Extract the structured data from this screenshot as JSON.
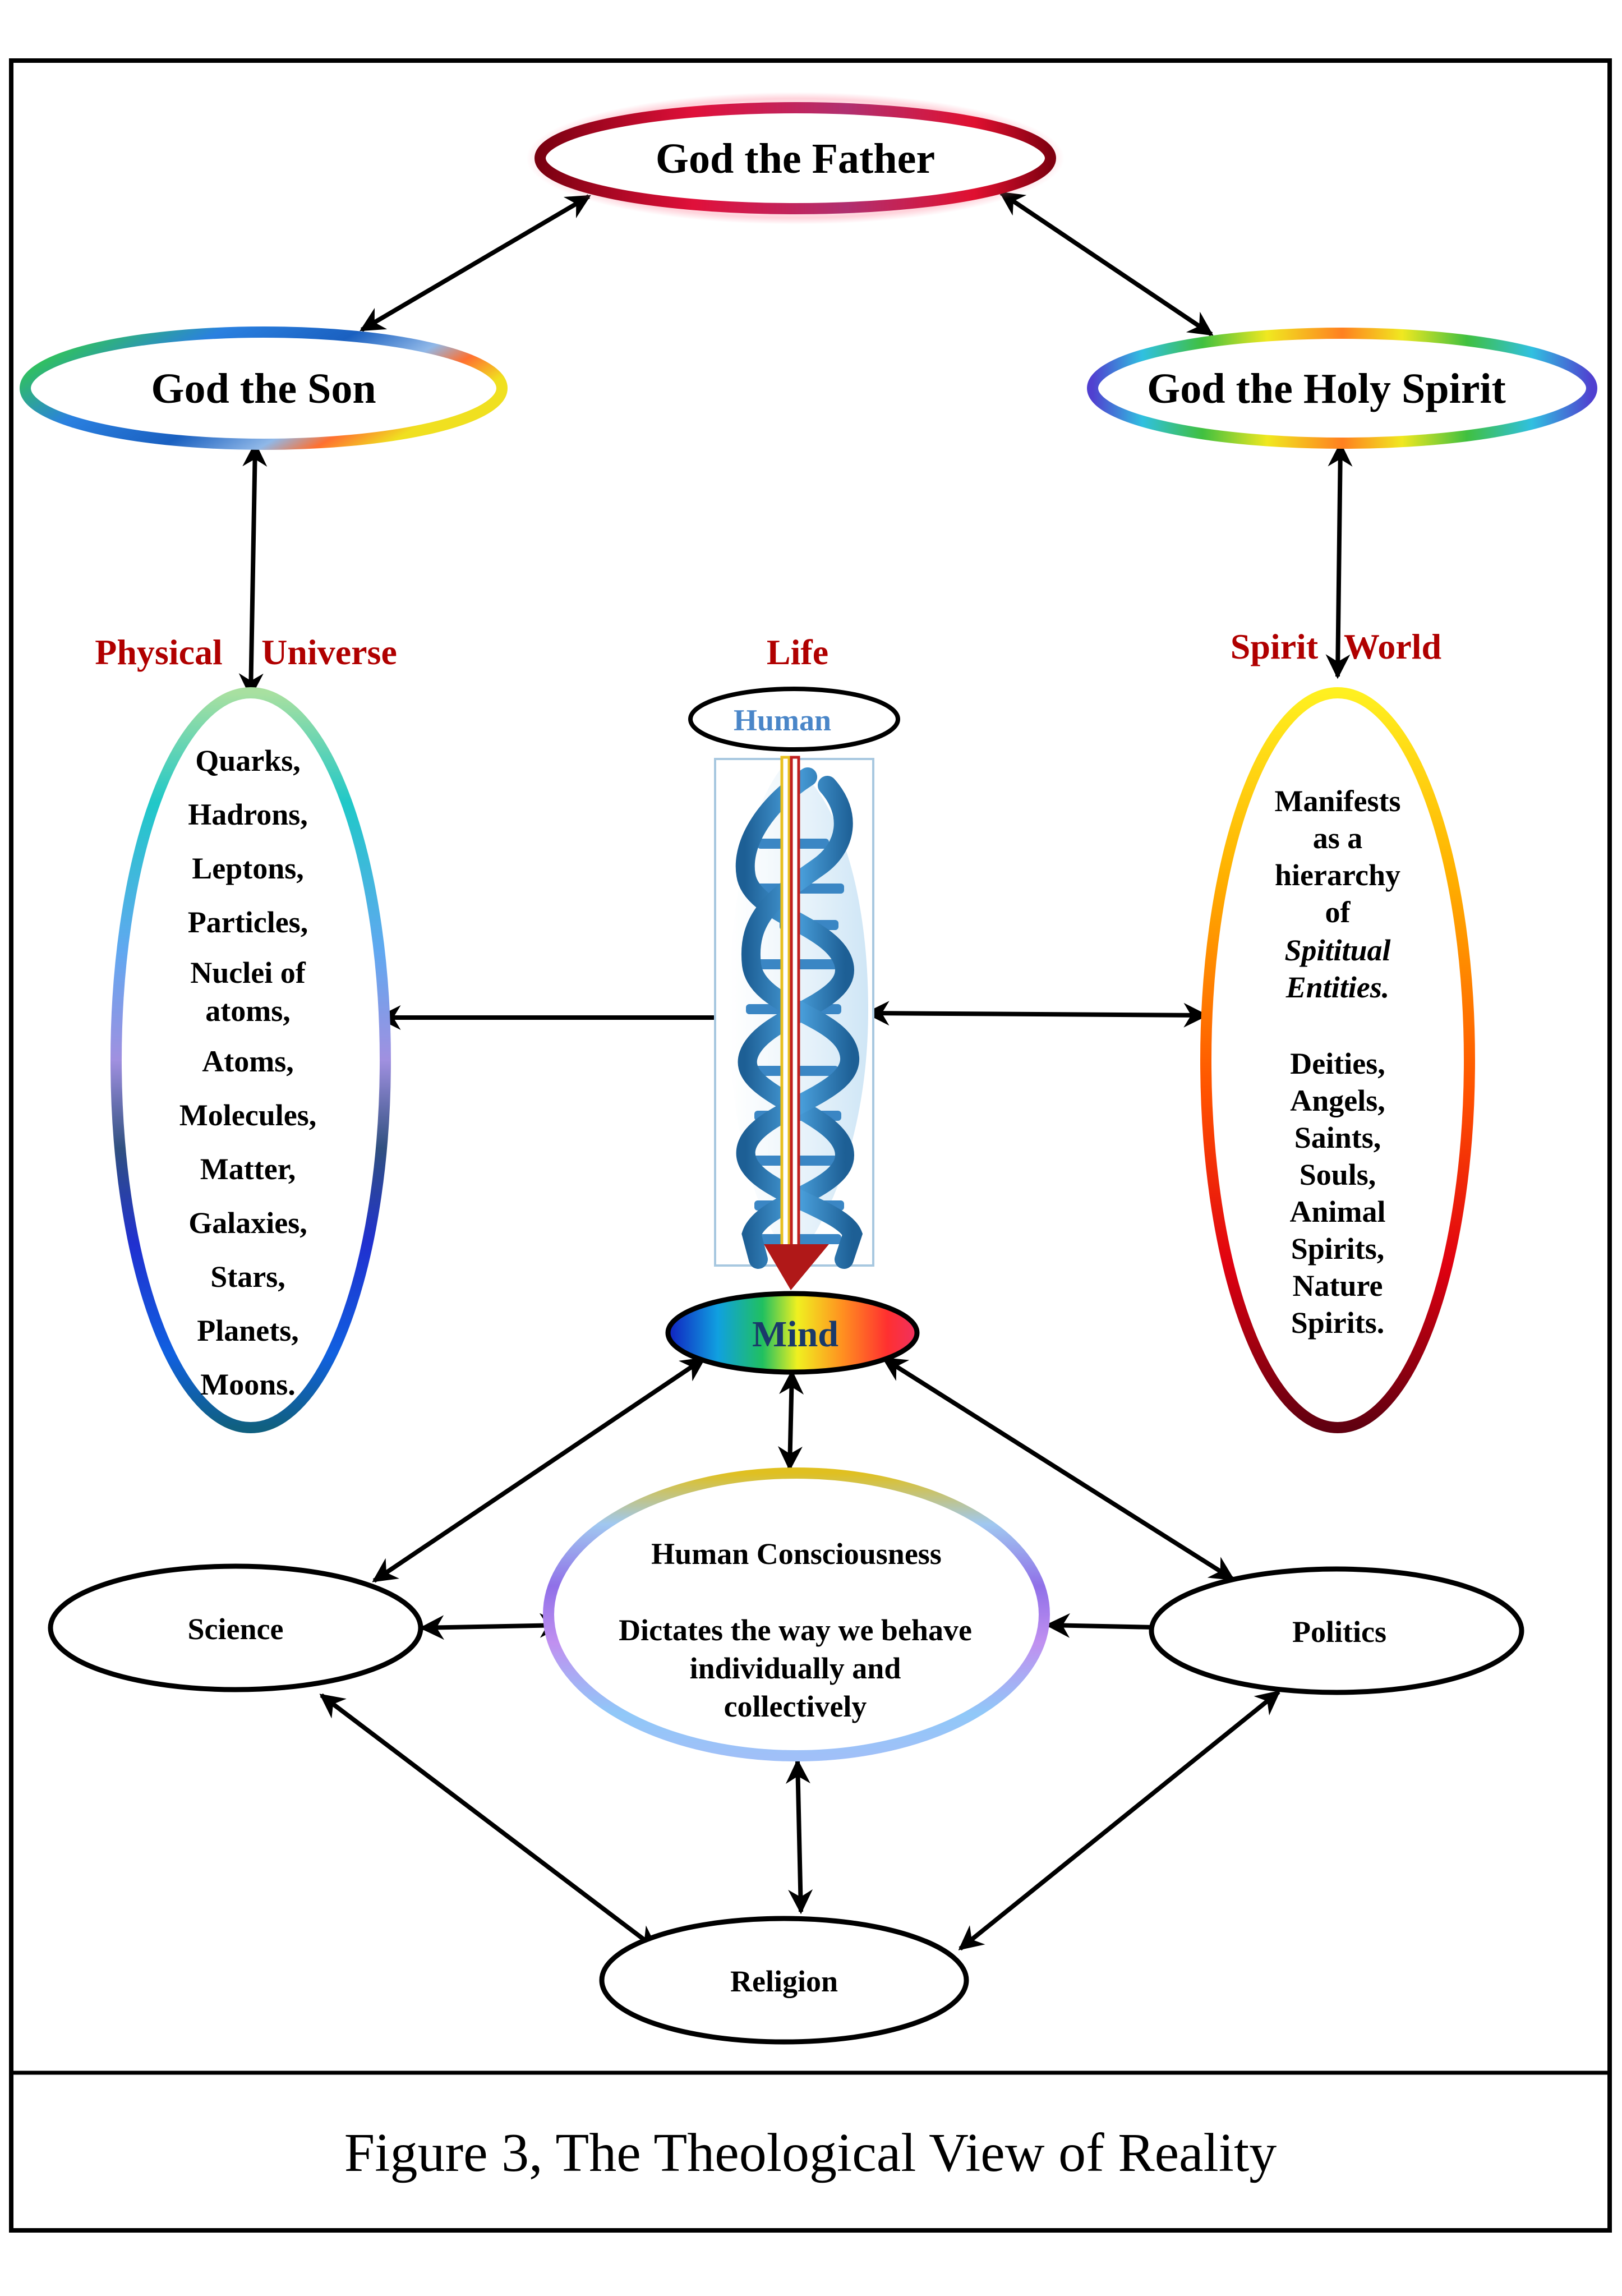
{
  "trinity": {
    "father": "God the Father",
    "son": "God the Son",
    "holy_spirit": "God the Holy Spirit"
  },
  "section_labels": {
    "physical_a": "Physical",
    "physical_b": "Universe",
    "life": "Life",
    "spirit_a": "Spirit",
    "spirit_b": "World"
  },
  "physical_items": [
    "Quarks,",
    "Hadrons,",
    "Leptons,",
    "Particles,",
    "Nuclei of",
    "atoms,",
    "Atoms,",
    "Molecules,",
    "Matter,",
    "Galaxies,",
    "Stars,",
    "Planets,",
    "Moons."
  ],
  "human_label": "Human",
  "spirit_lines": [
    "Manifests",
    "as a",
    "hierarchy",
    "of",
    "Spititual",
    "Entities.",
    "Deities,",
    "Angels,",
    "Saints,",
    "Souls,",
    "Animal",
    "Spirits,",
    "Nature",
    "Spirits."
  ],
  "mind_label": "Mind",
  "consciousness": {
    "title": "Human Consciousness",
    "line1": "Dictates the way we behave",
    "line2": "individually and",
    "line3": "collectively"
  },
  "science_label": "Science",
  "politics_label": "Politics",
  "religion_label": "Religion",
  "caption": "Figure 3, The Theological View of Reality",
  "colors": {
    "label_red": "#b00000",
    "human_blue": "#4a86c8",
    "dna_blue": "#2f7fbf"
  }
}
